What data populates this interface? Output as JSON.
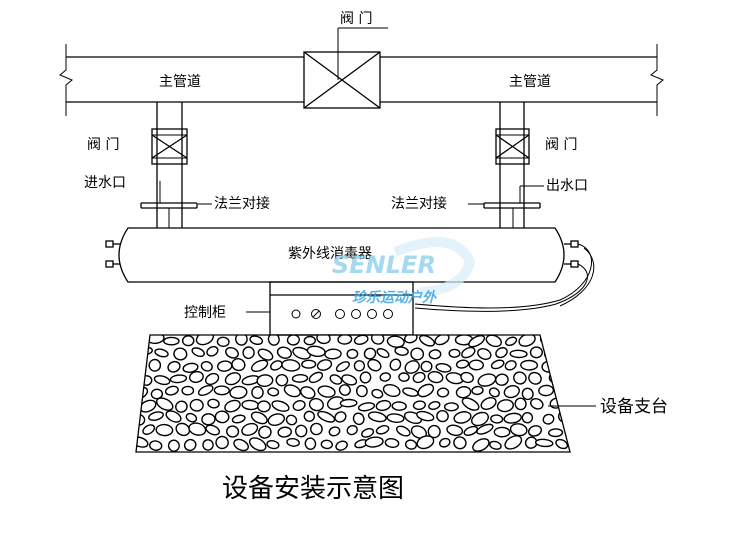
{
  "labels": {
    "valve_top": "阀 门",
    "main_pipe_left": "主管道",
    "main_pipe_right": "主管道",
    "valve_left": "阀 门",
    "valve_right": "阀 门",
    "inlet": "进水口",
    "outlet": "出水口",
    "flange_left": "法兰对接",
    "flange_right": "法兰对接",
    "sterilizer": "紫外线消毒器",
    "control_cabinet": "控制柜",
    "support": "设备支台"
  },
  "caption": "设备安装示意图",
  "watermark": {
    "brand": "SENLER",
    "text": "珍乐运动户外"
  },
  "colors": {
    "line": "#000000",
    "watermark_light": "#8fd0ef",
    "watermark_dark": "#3aa3e0"
  }
}
